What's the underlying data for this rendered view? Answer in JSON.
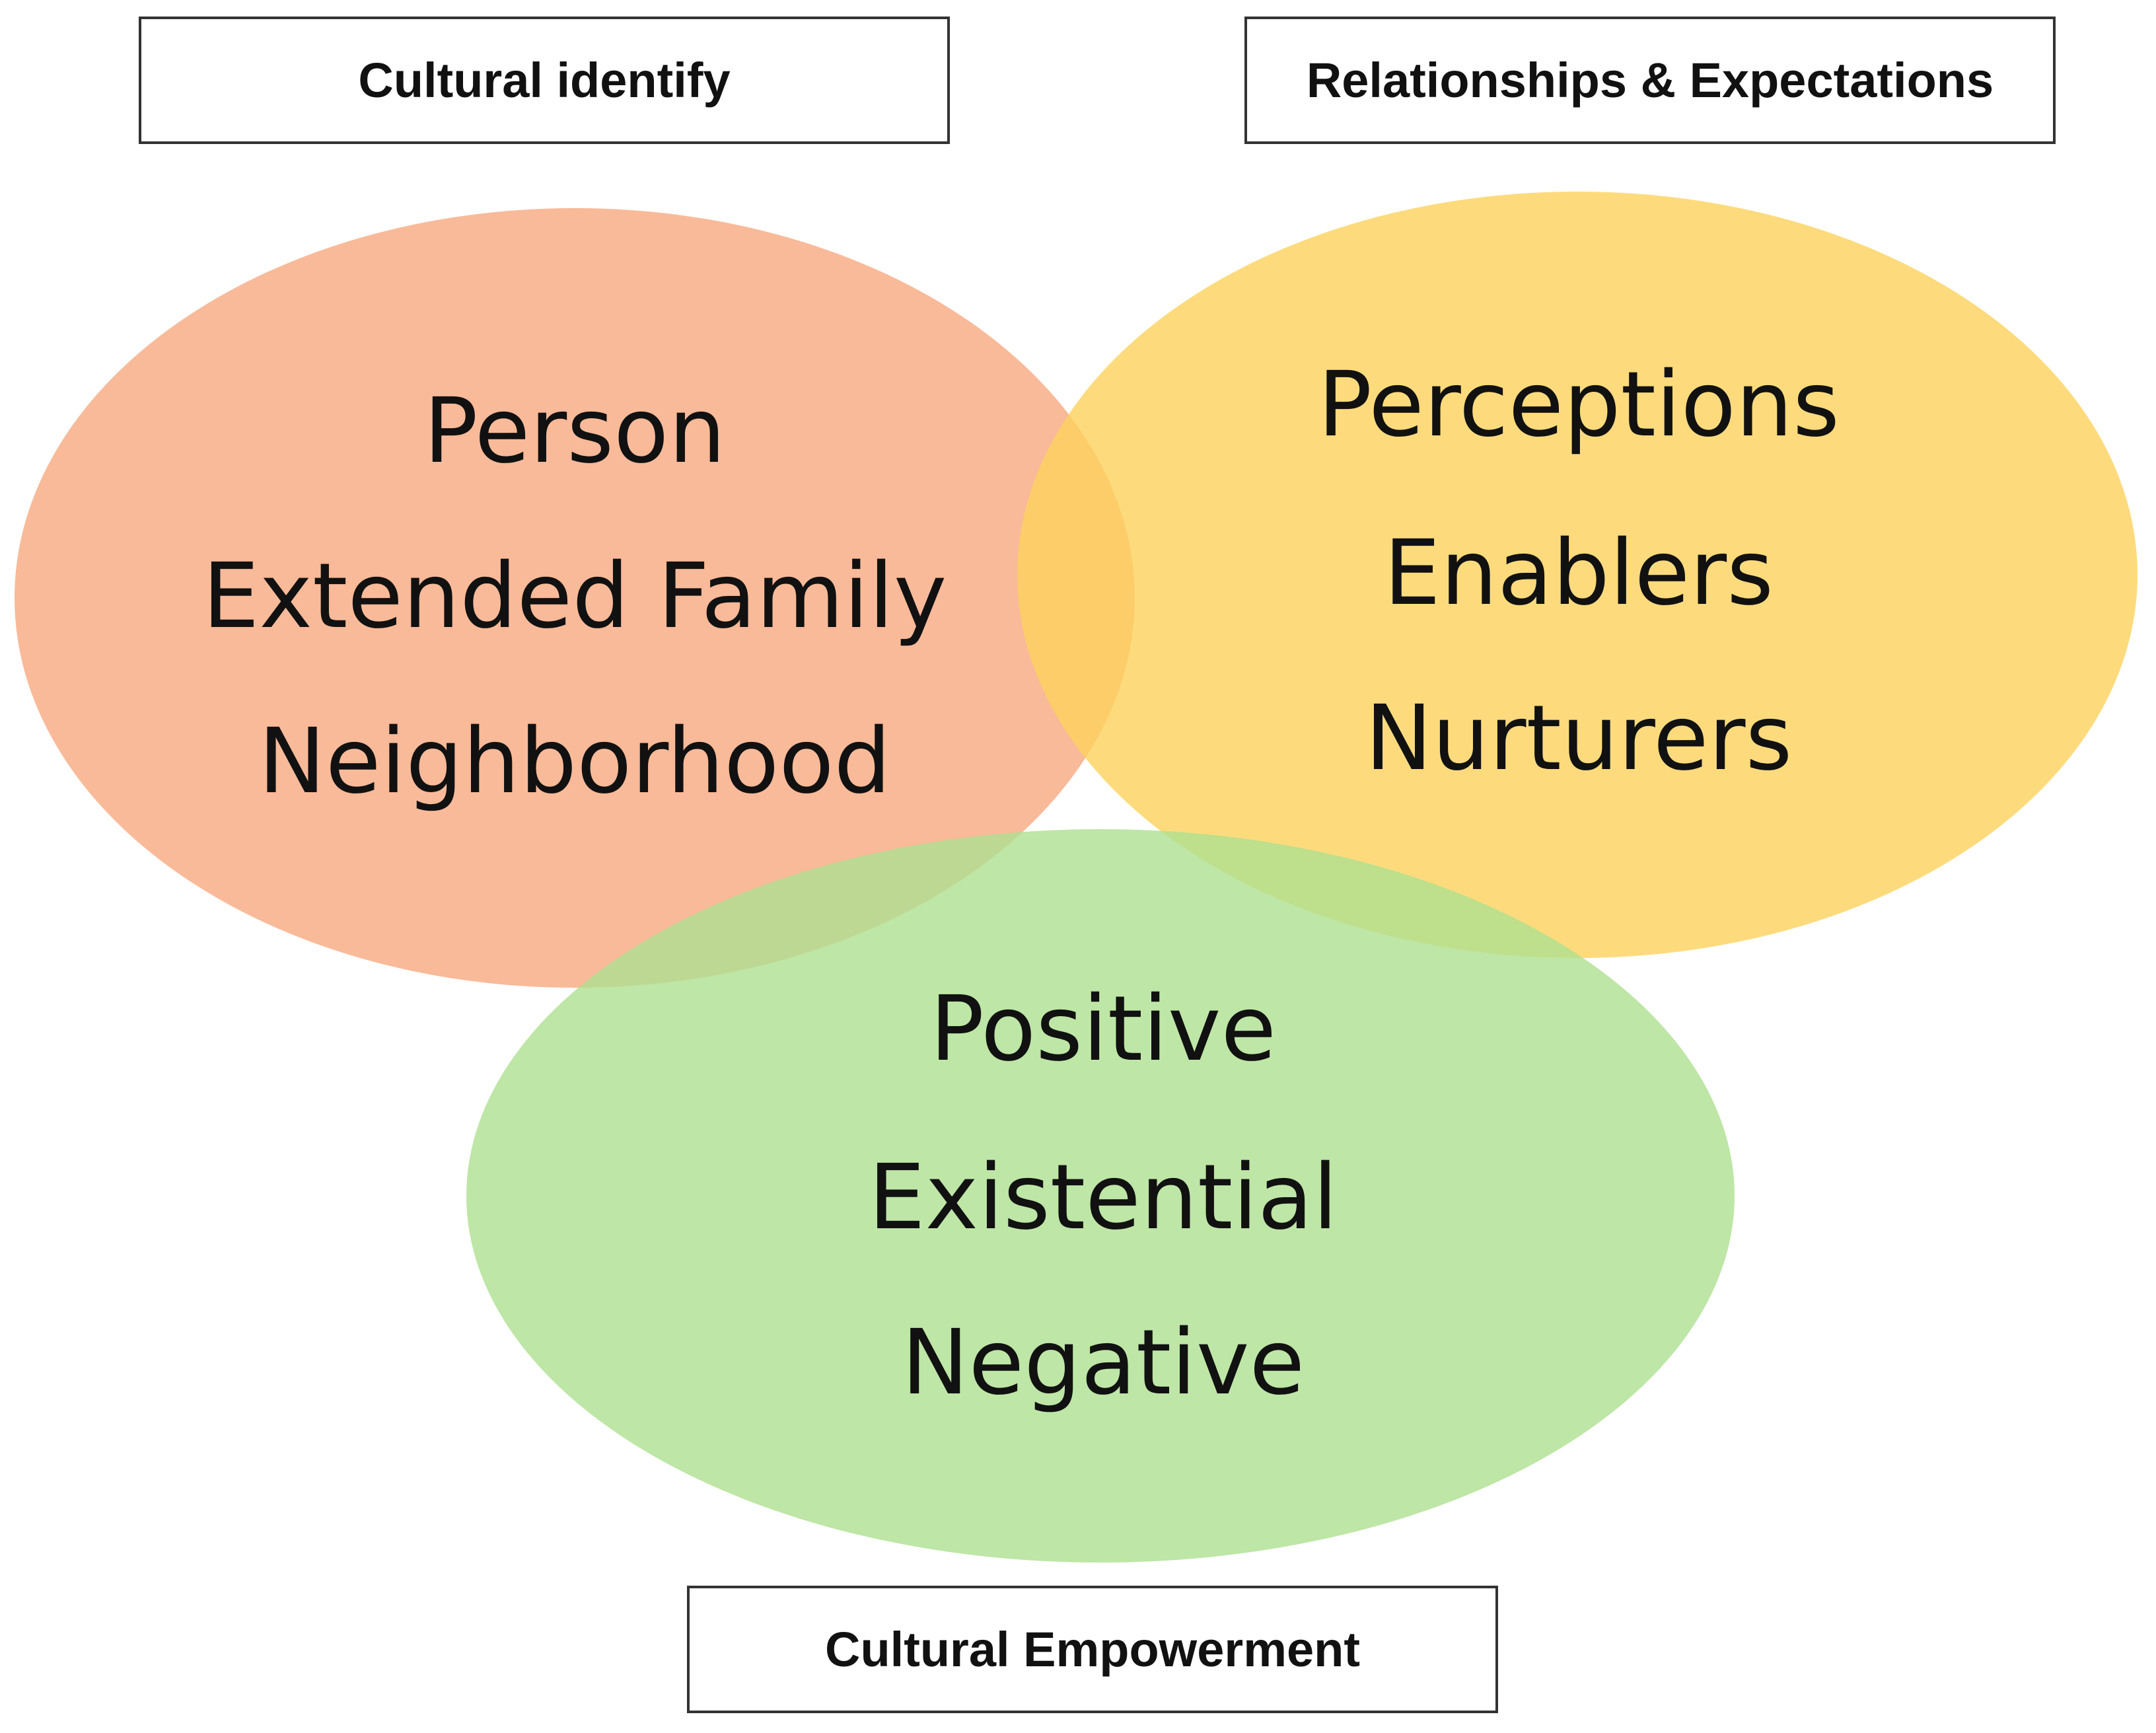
{
  "boxes": {
    "cultural_identify": "Cultural identify",
    "relationships": "Relationships & Expectations",
    "cultural_empowerment": "Cultural Empowerment"
  },
  "ellipses": {
    "orange": {
      "color": "#F8A97F",
      "items": [
        "Person",
        "Extended Family",
        "Neighborhood"
      ]
    },
    "yellow": {
      "color": "#FCD25C",
      "items": [
        "Perceptions",
        "Enablers",
        "Nurturers"
      ]
    },
    "green": {
      "color": "#AEE090",
      "items": [
        "Positive",
        "Existential",
        "Negative"
      ]
    }
  }
}
